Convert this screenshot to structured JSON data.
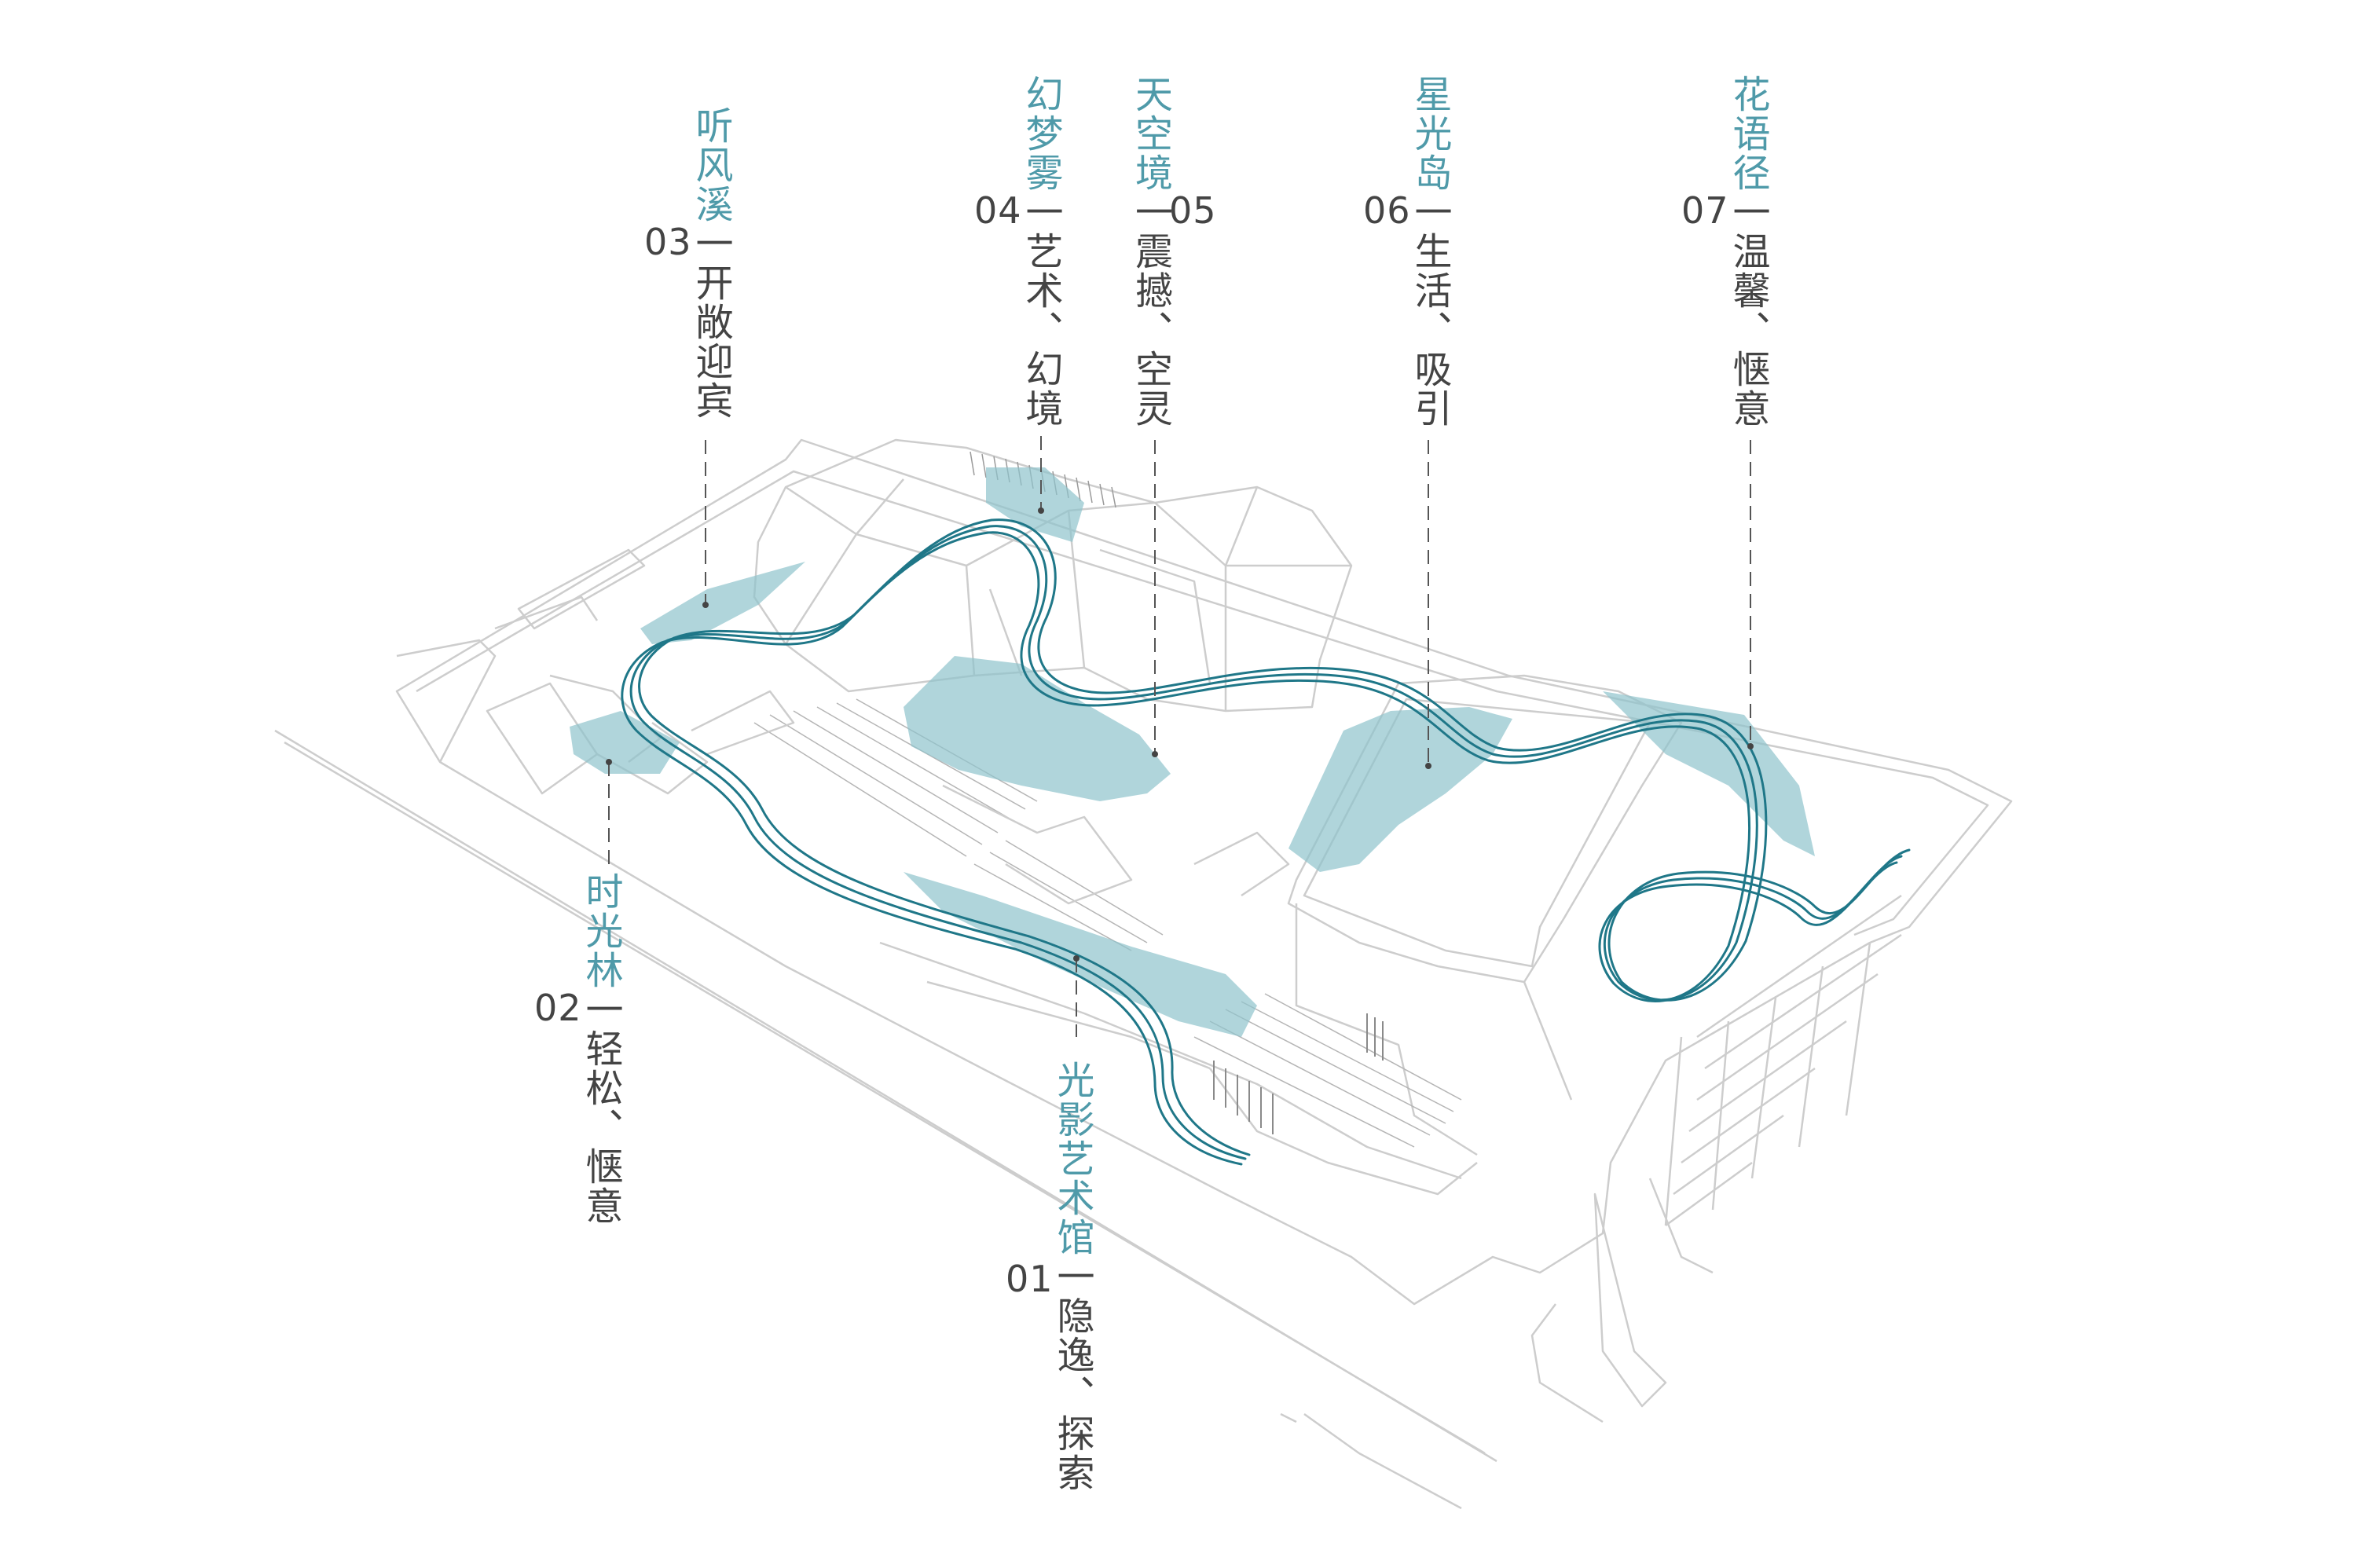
{
  "colors": {
    "accent": "#4f9aa9",
    "accent_fill": "#8fc3cc",
    "ribbon": "#1f7788",
    "line": "#c6c6c6",
    "text": "#444444"
  },
  "zones": [
    {
      "id": "01",
      "title": "光影艺术馆",
      "desc": "一隐逸、探索"
    },
    {
      "id": "02",
      "title": "时光林",
      "desc": "一轻松、惬意"
    },
    {
      "id": "03",
      "title": "听风溪",
      "desc": "一开敞迎宾"
    },
    {
      "id": "04",
      "title": "幻梦雾",
      "desc": "一艺术、幻境"
    },
    {
      "id": "05",
      "title": "天空境",
      "desc": "一震撼、空灵"
    },
    {
      "id": "06",
      "title": "星光岛",
      "desc": "一生活、吸引"
    },
    {
      "id": "07",
      "title": "花语径",
      "desc": "一温馨、惬意"
    }
  ]
}
